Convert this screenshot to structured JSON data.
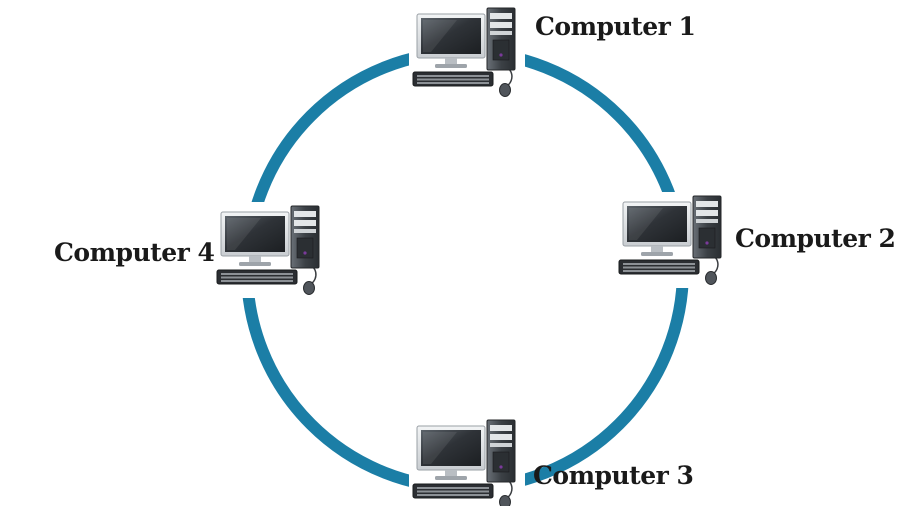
{
  "ring": {
    "color": "#1b7ea6"
  },
  "nodes": [
    {
      "id": "c1",
      "label": "Computer 1"
    },
    {
      "id": "c2",
      "label": "Computer 2"
    },
    {
      "id": "c3",
      "label": "Computer 3"
    },
    {
      "id": "c4",
      "label": "Computer 4"
    }
  ],
  "icons": {
    "computer": "desktop-computer-icon"
  },
  "colors": {
    "monitor_frame": "#d9dde0",
    "screen": "#3a3f44",
    "tower": "#4a4f55",
    "keyboard": "#2f3236",
    "mouse": "#555a60"
  }
}
